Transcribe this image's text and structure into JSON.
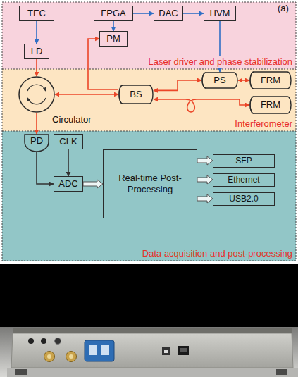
{
  "diagram": {
    "nodes": [
      {
        "text": [
          "Laser driver and phase stabilization"
        ]
      },
      {
        "text": [
          "TEC"
        ],
        "in": 0
      },
      {
        "text": [
          "LD"
        ],
        "in": 0
      },
      {
        "text": [
          "FPGA"
        ],
        "in": 0
      },
      {
        "text": [
          "DAC"
        ],
        "in": 0
      },
      {
        "text": [
          "HVM"
        ],
        "in": 0
      },
      {
        "text": [
          "PM"
        ],
        "in": 0
      },
      {
        "text": [
          "Interferometer"
        ]
      },
      {
        "text": [
          "Circulator"
        ],
        "in": 7
      },
      {
        "text": [
          "BS"
        ],
        "in": 7
      },
      {
        "text": [
          "PS"
        ],
        "in": 7
      },
      {
        "text": [
          "FRM"
        ],
        "in": 7
      },
      {
        "text": [
          "FRM"
        ],
        "in": 7
      },
      {
        "text": [
          "Data acquisition and post-processing"
        ]
      },
      {
        "text": [
          "PD"
        ],
        "in": 13
      },
      {
        "text": [
          "CLK"
        ],
        "in": 13
      },
      {
        "text": [
          "ADC"
        ],
        "in": 13
      },
      {
        "text": [
          "Real-time Post-Processing"
        ],
        "in": 13
      },
      {
        "text": [
          "SFP"
        ],
        "in": 13
      },
      {
        "text": [
          "Ethernet"
        ],
        "in": 13
      },
      {
        "text": [
          "USB2.0"
        ],
        "in": 13
      }
    ],
    "edges": [
      {
        "from": 1,
        "to": 2,
        "arrow": "to"
      },
      {
        "from": 3,
        "to": 4,
        "arrow": "to"
      },
      {
        "from": 4,
        "to": 5,
        "arrow": "to"
      },
      {
        "from": 3,
        "to": 6,
        "arrow": "to"
      },
      {
        "from": 5,
        "to": 10,
        "arrow": "to"
      },
      {
        "from": 2,
        "to": 8,
        "arrow": "to"
      },
      {
        "from": 9,
        "to": 6,
        "arrow": "to"
      },
      {
        "from": 8,
        "to": 9,
        "arrow": "both"
      },
      {
        "from": 9,
        "to": 10,
        "arrow": "both"
      },
      {
        "from": 10,
        "to": 11,
        "arrow": "both"
      },
      {
        "from": 9,
        "to": 12,
        "arrow": "both"
      },
      {
        "from": 8,
        "to": 14,
        "arrow": "to"
      },
      {
        "from": 14,
        "to": 16,
        "arrow": "to"
      },
      {
        "from": 15,
        "to": 16,
        "arrow": "to"
      },
      {
        "from": 16,
        "to": 17,
        "arrow": "to"
      },
      {
        "from": 17,
        "to": 18,
        "arrow": "to"
      },
      {
        "from": 17,
        "to": 19,
        "arrow": "to"
      },
      {
        "from": 17,
        "to": 20,
        "arrow": "to"
      }
    ],
    "labels": [
      "(a)"
    ]
  }
}
